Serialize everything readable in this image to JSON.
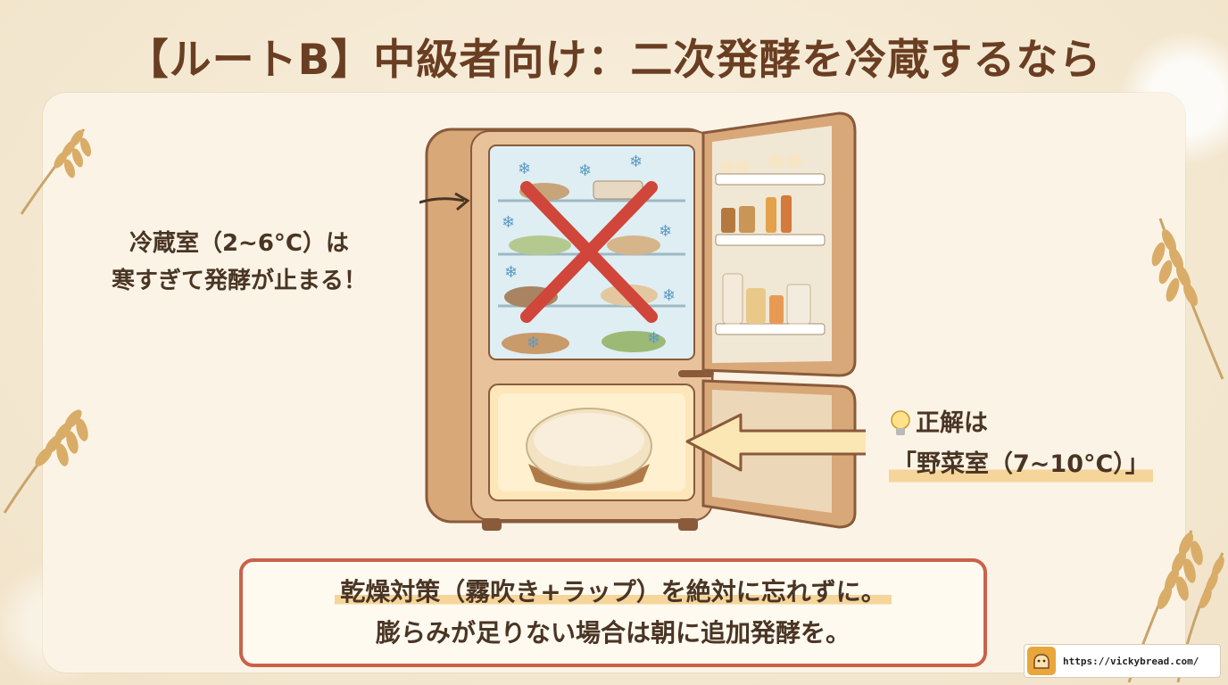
{
  "title": "【ルートB】中級者向け：二次発酵を冷蔵するなら",
  "cold_label": {
    "line1": "冷蔵室（2~6°C）は",
    "line2": "寒すぎて発酵が止まる！"
  },
  "correct_label": {
    "icon": "lightbulb-icon",
    "line1": "正解は",
    "line2": "「野菜室（7~10°C）」"
  },
  "note": {
    "line1": "乾燥対策（霧吹き+ラップ）を絶対に忘れずに。",
    "line2": "膨らみが足りない場合は朝に追加発酵を。"
  },
  "footer": {
    "url": "https://vickybread.com/",
    "icon": "bread-logo-icon"
  },
  "colors": {
    "title": "#6a3e22",
    "accent_red": "#c9624a",
    "highlight": "#f6d59a",
    "background": "#f4e8d3"
  }
}
